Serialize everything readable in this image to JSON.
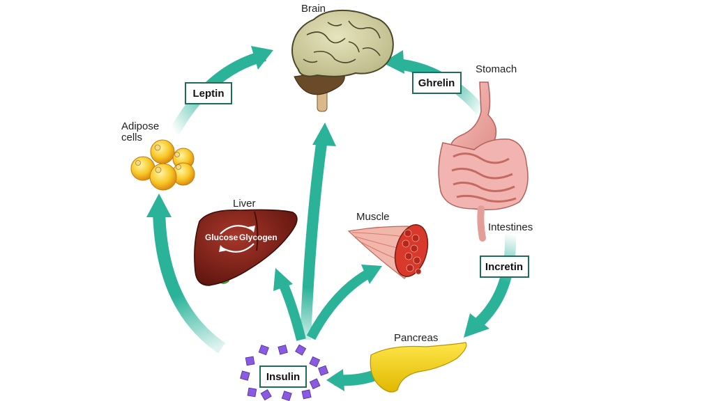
{
  "labels": {
    "brain": "Brain",
    "stomach": "Stomach",
    "adipose_line1": "Adipose",
    "adipose_line2": "cells",
    "liver": "Liver",
    "muscle": "Muscle",
    "intestines": "Intestines",
    "pancreas": "Pancreas"
  },
  "hormones": {
    "leptin": "Leptin",
    "ghrelin": "Ghrelin",
    "incretin": "Incretin",
    "insulin": "Insulin"
  },
  "liver_text": {
    "glucose": "Glucose",
    "glycogen": "Glycogen"
  },
  "colors": {
    "arrow": "#2bb39a",
    "box_border": "#1f6b5a",
    "brain": "#d8d6a8",
    "liver": "#7d1f16",
    "pancreas": "#f2d21b",
    "muscle": "#e05545",
    "insulin_crystal": "#8a5be0",
    "adipose": "#f6c12a",
    "stomach": "#f0a8a4",
    "gallbladder": "#39c531"
  }
}
